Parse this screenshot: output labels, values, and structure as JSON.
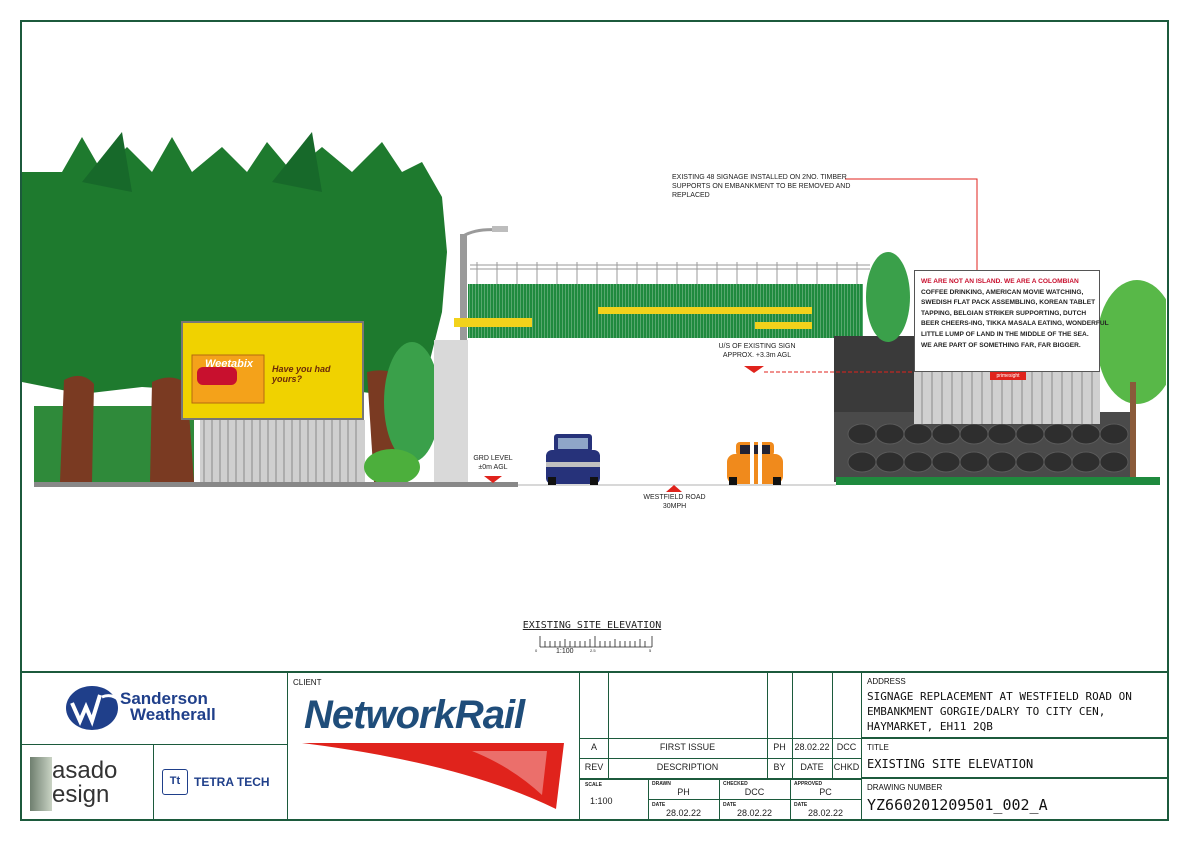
{
  "drawing": {
    "notes": {
      "existing_signage": "EXISTING 48 SIGNAGE INSTALLED ON 2No. TIMBER SUPPORTS ON EMBANKMENT TO BE REMOVED AND REPLACED",
      "us_sign_line1": "U/S OF EXISTING SIGN",
      "us_sign_line2": "APPROX. +3.3m AGL",
      "grd_line1": "GRD LEVEL",
      "grd_line2": "±0m AGL",
      "road_line1": "WESTFIELD ROAD",
      "road_line2": "30MPH"
    },
    "billboard_left": {
      "brand": "Weetabix",
      "tagline": "Have you had yours?"
    },
    "billboard_right": {
      "lines": [
        "WE ARE NOT AN ISLAND. WE ARE A COLOMBIAN",
        "COFFEE DRINKING, AMERICAN MOVIE WATCHING,",
        "SWEDISH FLAT PACK ASSEMBLING, KOREAN TABLET",
        "TAPPING, BELGIAN STRIKER SUPPORTING, DUTCH",
        "BEER CHEERS-ING, TIKKA MASALA EATING, WONDERFUL",
        "LITTLE LUMP OF LAND IN THE MIDDLE OF THE SEA.",
        "WE ARE PART OF SOMETHING FAR, FAR BIGGER."
      ],
      "panel_tag": "primesight"
    },
    "elevation_title": "EXISTING SITE ELEVATION",
    "scale_bar": {
      "label": "1:100",
      "start": "0",
      "mid": "2.5",
      "end": "5"
    }
  },
  "title_block": {
    "company": {
      "line1": "Sanderson",
      "line2": "Weatherall"
    },
    "casado": {
      "line1": "asado",
      "line2": "esign"
    },
    "tetra": "TETRA TECH",
    "client_label": "CLIENT",
    "client_name": "NetworkRail",
    "revision_row": {
      "rev": "A",
      "description": "FIRST ISSUE",
      "by": "PH",
      "date": "28.02.22",
      "chkd": "DCC"
    },
    "revision_header": {
      "rev": "REV",
      "description": "DESCRIPTION",
      "by": "BY",
      "date": "DATE",
      "chkd": "CHKD"
    },
    "scale_label": "SCALE",
    "scale_value": "1:100",
    "drawn_label": "DRAWN",
    "drawn_value": "PH",
    "checked_label": "CHECKED",
    "checked_value": "DCC",
    "approved_label": "APPROVED",
    "approved_value": "PC",
    "date_label": "DATE",
    "drawn_date": "28.02.22",
    "checked_date": "28.02.22",
    "approved_date": "28.02.22",
    "address_label": "ADDRESS",
    "address_lines": [
      "SIGNAGE REPLACEMENT AT WESTFIELD ROAD ON",
      "EMBANKMENT GORGIE/DALRY TO CITY CEN,",
      "HAYMARKET, EH11 2QB"
    ],
    "title_label": "TITLE",
    "title_value": "EXISTING SITE ELEVATION",
    "drawing_number_label": "DRAWING NUMBER",
    "drawing_number": "YZ660201209501_002_A"
  },
  "colors": {
    "frame": "#1c5a3c",
    "foliage": "#1e7a2e",
    "bridge": "#1f8a3e",
    "marker": "#e0231c",
    "nr_blue": "#1f4d7a",
    "nr_red": "#e0231c"
  }
}
